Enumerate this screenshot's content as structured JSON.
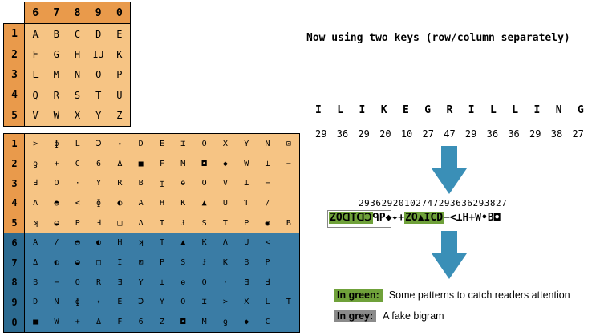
{
  "polybius": {
    "col_keys": [
      "6",
      "7",
      "8",
      "9",
      "0"
    ],
    "row_keys": [
      "1",
      "2",
      "3",
      "4",
      "5"
    ],
    "cells": [
      [
        "A",
        "B",
        "C",
        "D",
        "E"
      ],
      [
        "F",
        "G",
        "H",
        "IJ",
        "K"
      ],
      [
        "L",
        "M",
        "N",
        "O",
        "P"
      ],
      [
        "Q",
        "R",
        "S",
        "T",
        "U"
      ],
      [
        "V",
        "W",
        "X",
        "Y",
        "Z"
      ]
    ]
  },
  "symbol_table": {
    "row_keys": [
      "1",
      "2",
      "3",
      "4",
      "5",
      "6",
      "7",
      "8",
      "9",
      "0"
    ],
    "rows": [
      [
        ">",
        "ɸ",
        "L",
        "Ↄ",
        "✦",
        "D",
        "E",
        "⌶",
        "O",
        "X",
        "Y",
        "N",
        "⊡"
      ],
      [
        "ƍ",
        "+",
        "C",
        "6",
        "Δ",
        "■",
        "F",
        "M",
        "◘",
        "◆",
        "W",
        "⊥",
        "−"
      ],
      [
        "Ⅎ",
        "O",
        "·",
        "Y",
        "R",
        "B",
        "Ɪ",
        "ɵ",
        "O",
        "V",
        "⊥",
        "−",
        ""
      ],
      [
        "Λ",
        "◓",
        "<",
        "ɸ",
        "◐",
        "A",
        "H",
        "K",
        "▲",
        "U",
        "Ƭ",
        "/",
        ""
      ],
      [
        "ʞ",
        "◒",
        "P",
        "Ⅎ",
        "□",
        "Δ",
        "I",
        "Ɉ",
        "S",
        "T",
        "P",
        "◉",
        "B"
      ],
      [
        "A",
        "/",
        "◓",
        "◐",
        "H",
        "ʞ",
        "Ƭ",
        "▲",
        "K",
        "Λ",
        "U",
        "<",
        ""
      ],
      [
        "Δ",
        "◐",
        "◒",
        "□",
        "I",
        "⊡",
        "P",
        "S",
        "Ɉ",
        "K",
        "B",
        "P",
        ""
      ],
      [
        "B",
        "−",
        "O",
        "R",
        "Ǝ",
        "Y",
        "⊥",
        "ɵ",
        "O",
        "·",
        "Ǝ",
        "Ⅎ",
        ""
      ],
      [
        "D",
        "N",
        "ɸ",
        "✦",
        "E",
        "Ↄ",
        "Y",
        "O",
        "⌶",
        ">",
        "X",
        "L",
        "T"
      ],
      [
        "■",
        "W",
        "+",
        "Δ",
        "F",
        "6",
        "Z",
        "◘",
        "M",
        "ƍ",
        "◆",
        "C",
        ""
      ]
    ]
  },
  "heading": "Now using two keys (row/column separately)",
  "plaintext": [
    "I",
    "L",
    "I",
    "K",
    "E",
    "G",
    "R",
    "I",
    "L",
    "L",
    "I",
    "N",
    "G"
  ],
  "numbers": [
    "29",
    "36",
    "29",
    "20",
    "10",
    "27",
    "47",
    "29",
    "36",
    "36",
    "29",
    "38",
    "27"
  ],
  "concatenated": "2936292010274729363629382​7",
  "ciphertext": {
    "part1": "ZOᗡTᗡↃ",
    "part2": "ᑫP◆✦+",
    "part3": "ZO▲ICD",
    "part4": "−<⊥H+W•B◘"
  },
  "legend": {
    "green_tag": "In green:",
    "green_text": "Some patterns to catch readers attention",
    "grey_tag": "In grey:",
    "grey_text": "A fake bigram"
  },
  "colors": {
    "orange_light": "#f6c484",
    "orange_dark": "#e99a4b",
    "blue": "#3a7ca5",
    "arrow": "#3a8fb7",
    "green": "#6fa13a",
    "grey": "#8a8a8a"
  }
}
